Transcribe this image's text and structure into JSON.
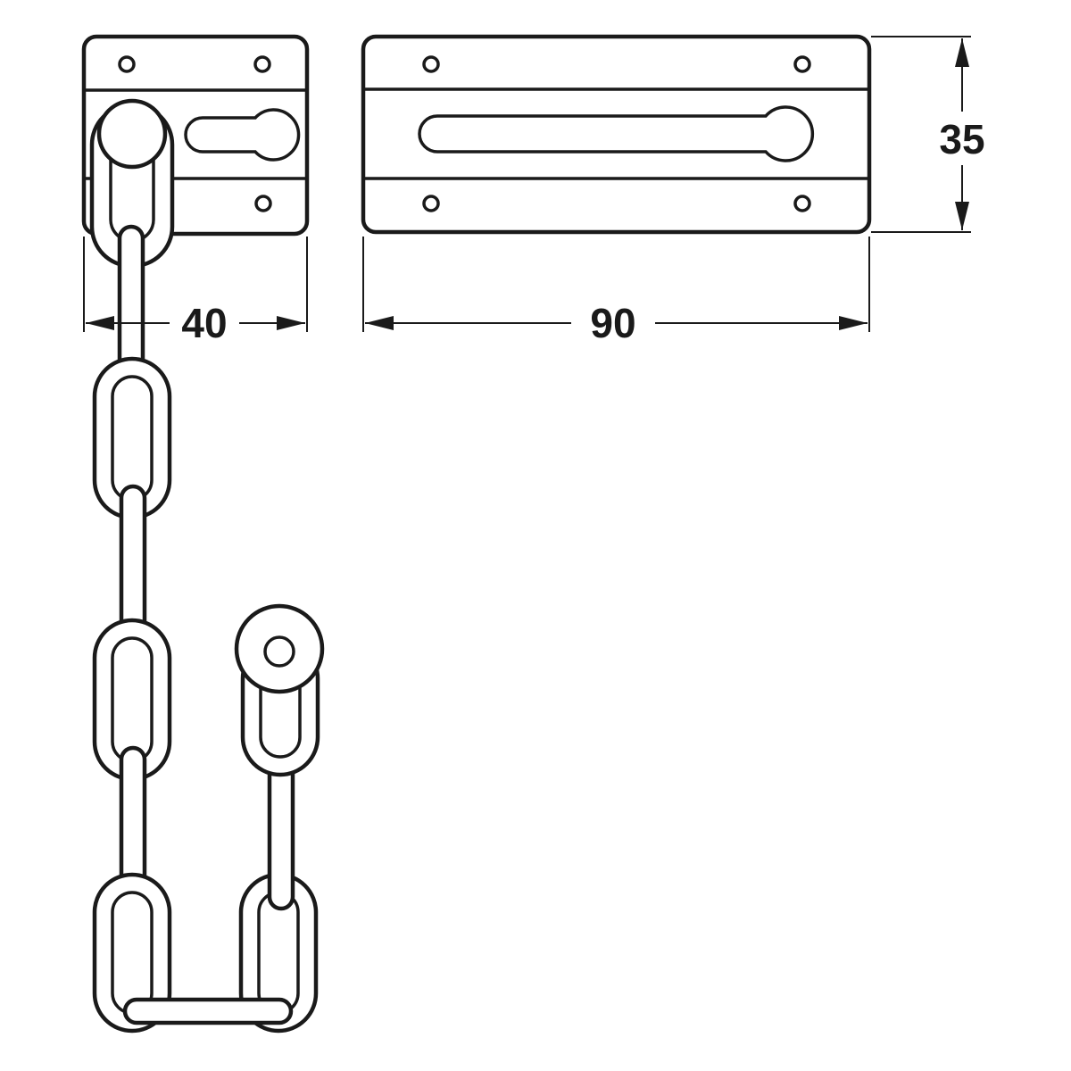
{
  "dimensions": {
    "keeper_width": "40",
    "slide_length": "90",
    "height": "35"
  }
}
